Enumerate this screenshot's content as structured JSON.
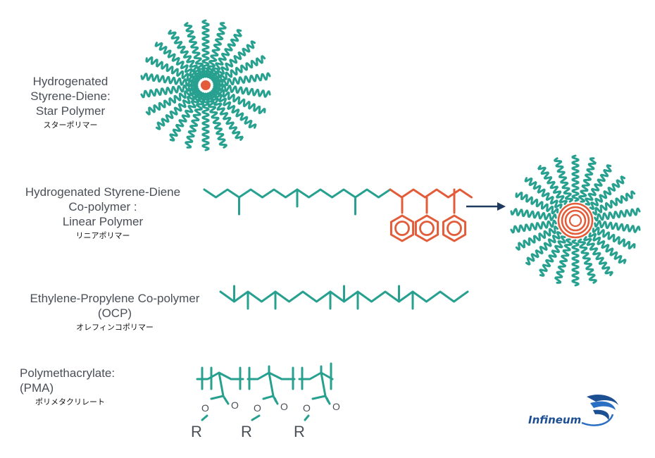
{
  "labels": {
    "star": {
      "lines": [
        "Hydrogenated",
        "Styrene-Diene:",
        "Star Polymer"
      ],
      "jp": "スターポリマー"
    },
    "linear": {
      "lines": [
        "Hydrogenated Styrene-Diene",
        "Co-polymer :",
        "Linear Polymer"
      ],
      "jp": "リニアポリマー"
    },
    "ocp": {
      "lines": [
        "Ethylene-Propylene Co-polymer",
        "(OCP)"
      ],
      "jp": "オレフィンコポリマー"
    },
    "pma": {
      "lines": [
        "Polymethacrylate:",
        "(PMA)"
      ],
      "jp": "ポリメタクリレート"
    }
  },
  "pma_atoms": {
    "oxygen": "O",
    "r_group": "R"
  },
  "logo": {
    "text": "Infineum"
  },
  "colors": {
    "teal": "#27a08f",
    "orange": "#e35c3a",
    "navy": "#1f3a5f",
    "text_gray": "#4a4f57",
    "logo_blue": "#1d4f93"
  }
}
